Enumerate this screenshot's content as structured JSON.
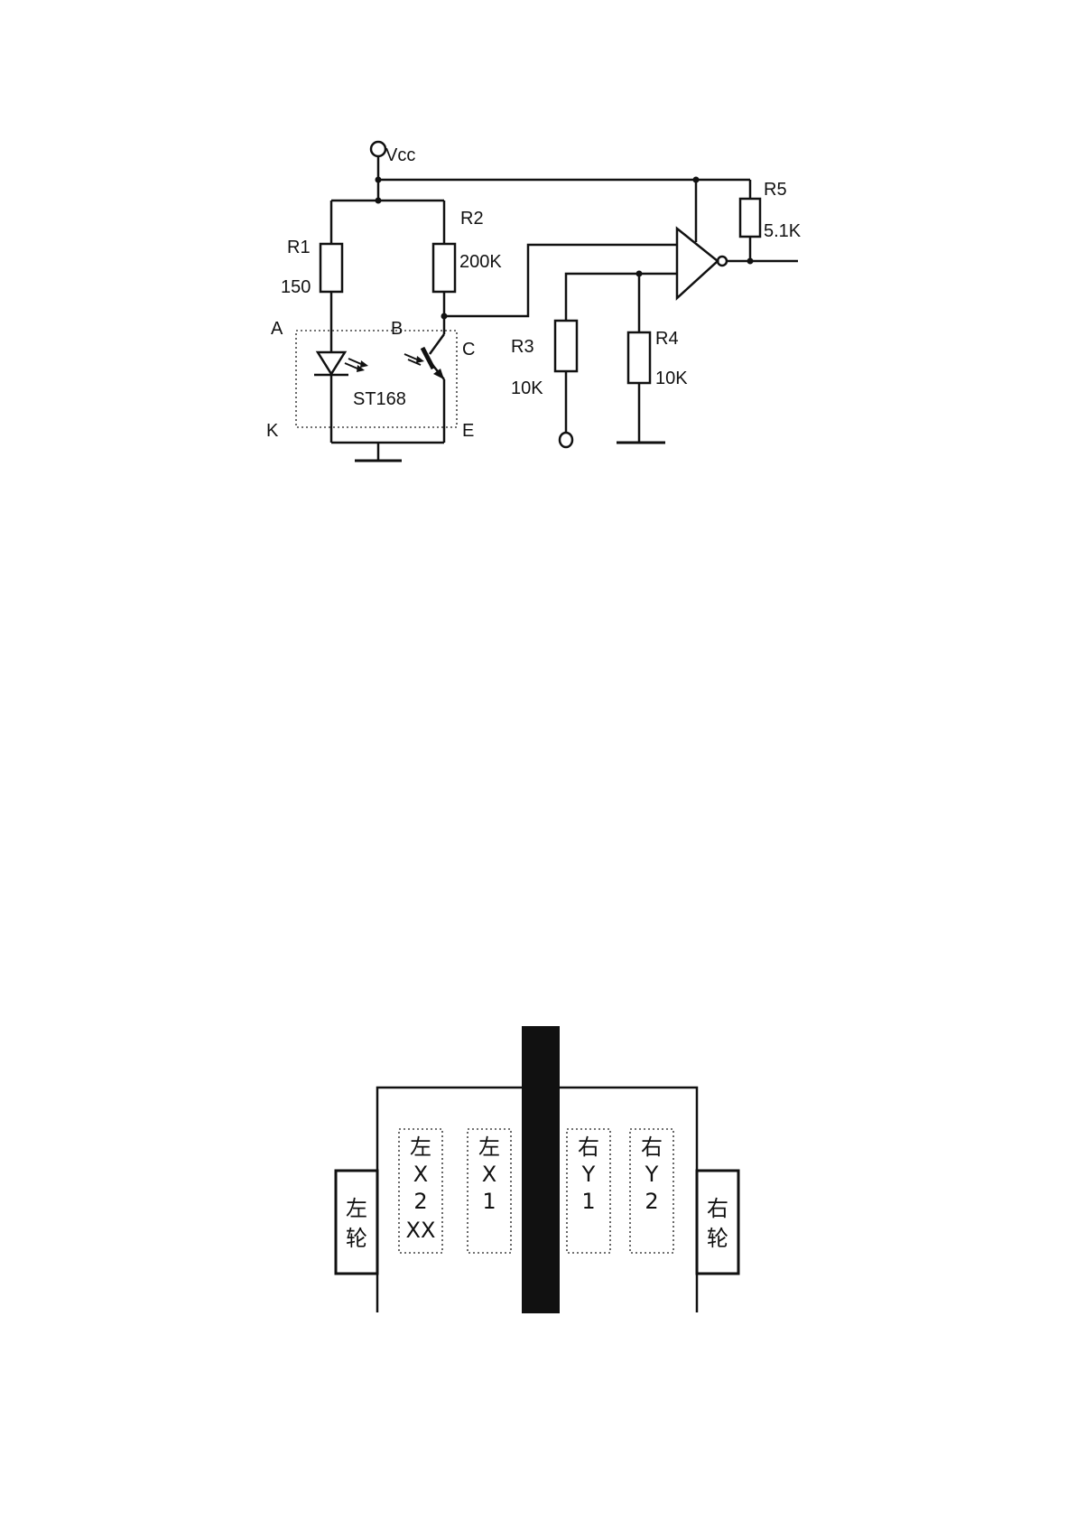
{
  "circuit": {
    "vcc": "Vcc",
    "r1": {
      "name": "R1",
      "value": "150"
    },
    "r2": {
      "name": "R2",
      "value": "200K"
    },
    "r3": {
      "name": "R3",
      "value": "10K"
    },
    "r4": {
      "name": "R4",
      "value": "10K"
    },
    "r5": {
      "name": "R5",
      "value": "5.1K"
    },
    "sensor": "ST168",
    "pins": {
      "a": "A",
      "b": "B",
      "c": "C",
      "k": "K",
      "e": "E"
    }
  },
  "layout_diagram": {
    "left_wheel": [
      "左",
      "轮"
    ],
    "right_wheel": [
      "右",
      "轮"
    ],
    "sensors": [
      {
        "lines": [
          "左",
          "X",
          "2",
          "XX"
        ]
      },
      {
        "lines": [
          "左",
          "X",
          "1"
        ]
      },
      {
        "lines": [
          "右",
          "Y",
          "1"
        ]
      },
      {
        "lines": [
          "右",
          "Y",
          "2"
        ]
      }
    ]
  }
}
